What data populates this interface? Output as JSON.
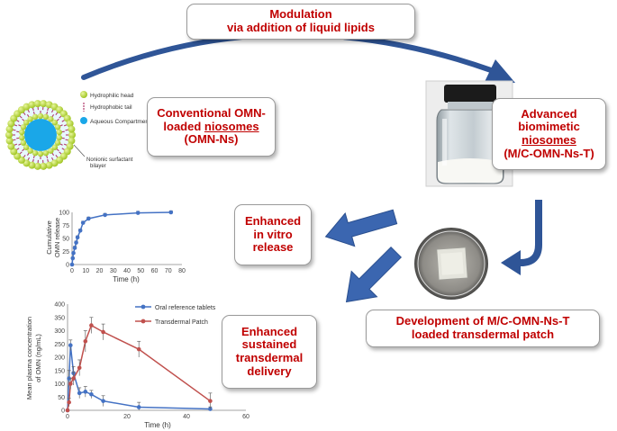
{
  "boxes": {
    "modulation": {
      "line1": "Modulation",
      "line2": "via addition of liquid lipids"
    },
    "conventional": {
      "line1": "Conventional OMN-",
      "line2a": "loaded ",
      "line2b": "niosomes",
      "line3": "(OMN-Ns)"
    },
    "advanced": {
      "line1": "Advanced",
      "line2": "biomimetic",
      "line3": "niosomes",
      "line4": "(M/C-OMN-Ns-T)"
    },
    "invitro": {
      "line1": "Enhanced",
      "line2": "in vitro",
      "line3": "release"
    },
    "sustained": {
      "line1": "Enhanced",
      "line2": "sustained",
      "line3": "transdermal",
      "line4": "delivery"
    },
    "development": {
      "line1": "Development of M/C-OMN-Ns-T",
      "line2": "loaded transdermal patch"
    }
  },
  "niosome_legend": {
    "head": "Hydrophilic head",
    "tail": "Hydrophobic tail",
    "aqueous": "Aqueous Compartment",
    "bilayer_line1": "Nonionic surfactant",
    "bilayer_line2": "bilayer"
  },
  "colors": {
    "box_text": "#c00000",
    "arrow": "#2f5597",
    "head": "#b9d92b",
    "tail": "#b03a6b",
    "aqueous": "#1aa7e8",
    "oral": "#4472c4",
    "patch": "#c0504d"
  },
  "chart_data": [
    {
      "type": "line",
      "xlabel": "Time (h)",
      "ylabel_line1": "Cumulative",
      "ylabel_line2": "OMN release",
      "xlim": [
        0,
        80
      ],
      "ylim": [
        0,
        100
      ],
      "xticks": [
        0,
        10,
        20,
        30,
        40,
        50,
        60,
        70,
        80
      ],
      "yticks": [
        0,
        25,
        50,
        75,
        100
      ],
      "series": [
        {
          "x": [
            0,
            0.5,
            1,
            2,
            3,
            4,
            6,
            8,
            12,
            24,
            48,
            72
          ],
          "y": [
            0,
            12,
            22,
            32,
            42,
            52,
            65,
            80,
            88,
            95,
            99,
            100
          ],
          "err": [
            0,
            2,
            2,
            3,
            3,
            3,
            3,
            3,
            3,
            3,
            3,
            3
          ]
        }
      ]
    },
    {
      "type": "line",
      "xlabel": "Time (h)",
      "ylabel_line1": "Mean plasma concentration",
      "ylabel_line2": "of OMN (ng/mL)",
      "xlim": [
        0,
        60
      ],
      "ylim": [
        0,
        400
      ],
      "xticks": [
        0,
        20,
        40,
        60
      ],
      "yticks": [
        0,
        50,
        100,
        150,
        200,
        250,
        300,
        350,
        400
      ],
      "legend": "top-right",
      "series": [
        {
          "name": "Oral reference tablets",
          "x": [
            0,
            0.5,
            1,
            2,
            4,
            6,
            8,
            12,
            24,
            48
          ],
          "y": [
            0,
            120,
            245,
            140,
            65,
            70,
            60,
            35,
            12,
            5
          ],
          "err": [
            0,
            30,
            20,
            25,
            20,
            20,
            15,
            20,
            18,
            8
          ]
        },
        {
          "name": "Transdermal Patch",
          "x": [
            0,
            0.5,
            1,
            2,
            4,
            6,
            8,
            12,
            24,
            48
          ],
          "y": [
            0,
            30,
            100,
            120,
            160,
            260,
            320,
            295,
            230,
            35
          ],
          "err": [
            0,
            15,
            20,
            25,
            30,
            40,
            30,
            30,
            30,
            30
          ]
        }
      ]
    }
  ]
}
